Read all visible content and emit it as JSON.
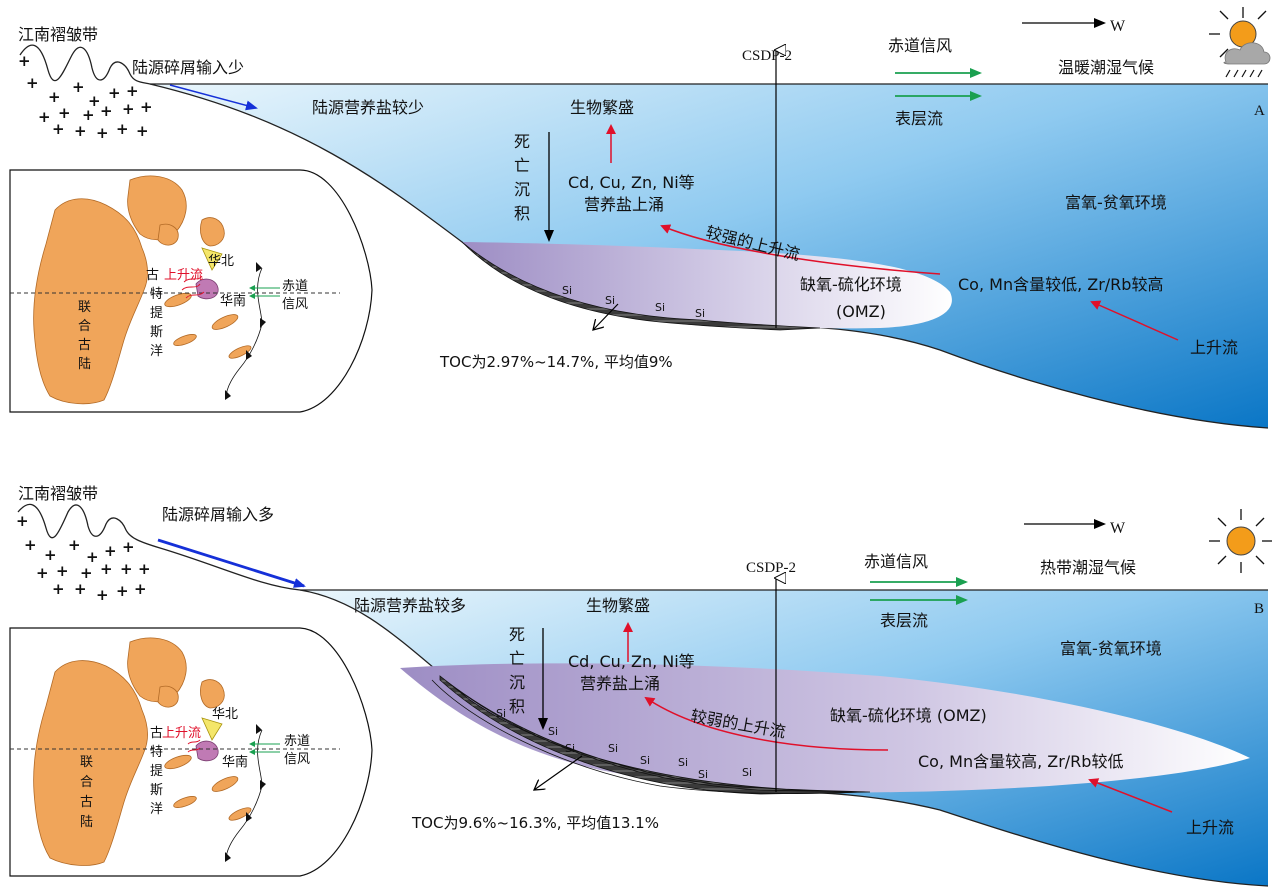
{
  "panels": [
    {
      "id": "A",
      "panel_label": "A",
      "fold_belt": "江南褶皱带",
      "terrigenous_input": "陆源碎屑输入少",
      "nutrients": "陆源营养盐较少",
      "bio": "生物繁盛",
      "death_deposition": [
        "死",
        "亡",
        "沉",
        "积"
      ],
      "metals": "Cd, Cu, Zn, Ni等",
      "upwelling_nutrients": "营养盐上涌",
      "upwelling_strength": "较强的上升流",
      "csdp": "CSDP-2",
      "trade_wind": "赤道信风",
      "surface_current": "表层流",
      "direction": "W",
      "climate": "温暖潮湿气候",
      "redox_env": "富氧-贫氧环境",
      "omz_line1": "缺氧-硫化环境",
      "omz_line2": "(OMZ)",
      "co_mn": "Co, Mn含量较低, Zr/Rb较高",
      "upwelling": "上升流",
      "toc": "TOC为2.97%~14.7%, 平均值9%",
      "si": "Si",
      "map": {
        "pangea": [
          "联",
          "合",
          "古",
          "陆"
        ],
        "tethys": [
          "古",
          "特",
          "提",
          "斯",
          "洋"
        ],
        "upwelling": "上升流",
        "north_china": "华北",
        "south_china": "华南",
        "trade_wind": [
          "赤道",
          "信风"
        ]
      }
    },
    {
      "id": "B",
      "panel_label": "B",
      "fold_belt": "江南褶皱带",
      "terrigenous_input": "陆源碎屑输入多",
      "nutrients": "陆源营养盐较多",
      "bio": "生物繁盛",
      "death_deposition": [
        "死",
        "亡",
        "沉",
        "积"
      ],
      "metals": "Cd, Cu, Zn, Ni等",
      "upwelling_nutrients": "营养盐上涌",
      "upwelling_strength": "较弱的上升流",
      "csdp": "CSDP-2",
      "trade_wind": "赤道信风",
      "surface_current": "表层流",
      "direction": "W",
      "climate": "热带潮湿气候",
      "redox_env": "富氧-贫氧环境",
      "omz_line1": "缺氧-硫化环境 (OMZ)",
      "co_mn": "Co, Mn含量较高, Zr/Rb较低",
      "upwelling": "上升流",
      "toc": "TOC为9.6%~16.3%, 平均值13.1%",
      "si": "Si",
      "map": {
        "pangea": [
          "联",
          "合",
          "古",
          "陆"
        ],
        "tethys": [
          "古",
          "特",
          "提",
          "斯",
          "洋"
        ],
        "upwelling": "上升流",
        "north_china": "华北",
        "south_china": "华南",
        "trade_wind": [
          "赤道",
          "信风"
        ]
      }
    }
  ],
  "colors": {
    "sea_light": "#e8f4fb",
    "sea_deep": "#0a78c8",
    "omz": "#a99ac9",
    "continent": "#f0a55a",
    "red_arrow": "#e0102a",
    "green_arrow": "#1aa050",
    "blue_arrow": "#1530d8",
    "sun": "#f39c1a"
  }
}
